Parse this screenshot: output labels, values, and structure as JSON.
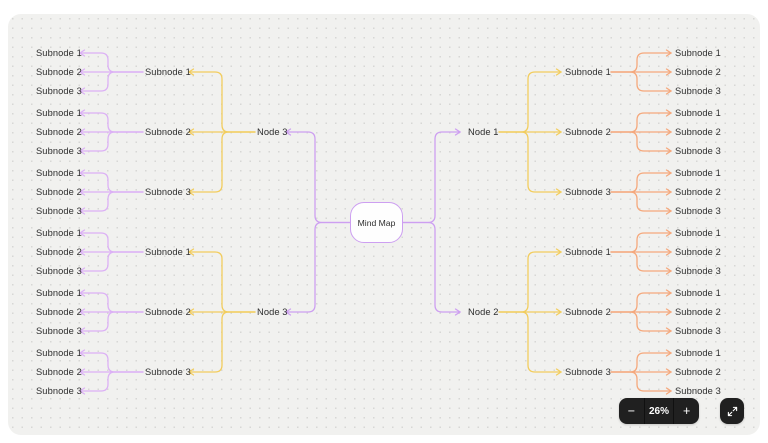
{
  "colors": {
    "page_bg": "#ffffff",
    "canvas_bg": "#f1f1ef",
    "dot": "#d7d7d5",
    "label_text": "#2e2e2e",
    "root_fill": "#fefefe",
    "root_border": "#cd9ff1",
    "edge_level1": "#cd9ff1",
    "edge_level2": "#f2cd5e",
    "edge_level3_left": "#dcb1f5",
    "edge_level3_right": "#f5a87c",
    "controls_bg": "#202020",
    "controls_text": "#ffffff"
  },
  "app": {
    "zoom_controls": {
      "zoom_out_label": "−",
      "zoom_level": "26%",
      "zoom_in_label": "+"
    },
    "icons": {
      "expand": "expand-diagonal-icon"
    }
  },
  "mindmap": {
    "root": {
      "label": "Mind Map"
    },
    "left_branches": [
      {
        "label": "Node 3",
        "children": [
          {
            "label": "Subnode 1",
            "children": [
              {
                "label": "Subnode 1"
              },
              {
                "label": "Subnode 2"
              },
              {
                "label": "Subnode 3"
              }
            ]
          },
          {
            "label": "Subnode 2",
            "children": [
              {
                "label": "Subnode 1"
              },
              {
                "label": "Subnode 2"
              },
              {
                "label": "Subnode 3"
              }
            ]
          },
          {
            "label": "Subnode 3",
            "children": [
              {
                "label": "Subnode 1"
              },
              {
                "label": "Subnode 2"
              },
              {
                "label": "Subnode 3"
              }
            ]
          }
        ]
      },
      {
        "label": "Node 3",
        "children": [
          {
            "label": "Subnode 1",
            "children": [
              {
                "label": "Subnode 1"
              },
              {
                "label": "Subnode 2"
              },
              {
                "label": "Subnode 3"
              }
            ]
          },
          {
            "label": "Subnode 2",
            "children": [
              {
                "label": "Subnode 1"
              },
              {
                "label": "Subnode 2"
              },
              {
                "label": "Subnode 3"
              }
            ]
          },
          {
            "label": "Subnode 3",
            "children": [
              {
                "label": "Subnode 1"
              },
              {
                "label": "Subnode 2"
              },
              {
                "label": "Subnode 3"
              }
            ]
          }
        ]
      }
    ],
    "right_branches": [
      {
        "label": "Node 1",
        "children": [
          {
            "label": "Subnode 1",
            "children": [
              {
                "label": "Subnode 1"
              },
              {
                "label": "Subnode 2"
              },
              {
                "label": "Subnode 3"
              }
            ]
          },
          {
            "label": "Subnode 2",
            "children": [
              {
                "label": "Subnode 1"
              },
              {
                "label": "Subnode 2"
              },
              {
                "label": "Subnode 3"
              }
            ]
          },
          {
            "label": "Subnode 3",
            "children": [
              {
                "label": "Subnode 1"
              },
              {
                "label": "Subnode 2"
              },
              {
                "label": "Subnode 3"
              }
            ]
          }
        ]
      },
      {
        "label": "Node 2",
        "children": [
          {
            "label": "Subnode 1",
            "children": [
              {
                "label": "Subnode 1"
              },
              {
                "label": "Subnode 2"
              },
              {
                "label": "Subnode 3"
              }
            ]
          },
          {
            "label": "Subnode 2",
            "children": [
              {
                "label": "Subnode 1"
              },
              {
                "label": "Subnode 2"
              },
              {
                "label": "Subnode 3"
              }
            ]
          },
          {
            "label": "Subnode 3",
            "children": [
              {
                "label": "Subnode 1"
              },
              {
                "label": "Subnode 2"
              },
              {
                "label": "Subnode 3"
              }
            ]
          }
        ]
      }
    ]
  }
}
